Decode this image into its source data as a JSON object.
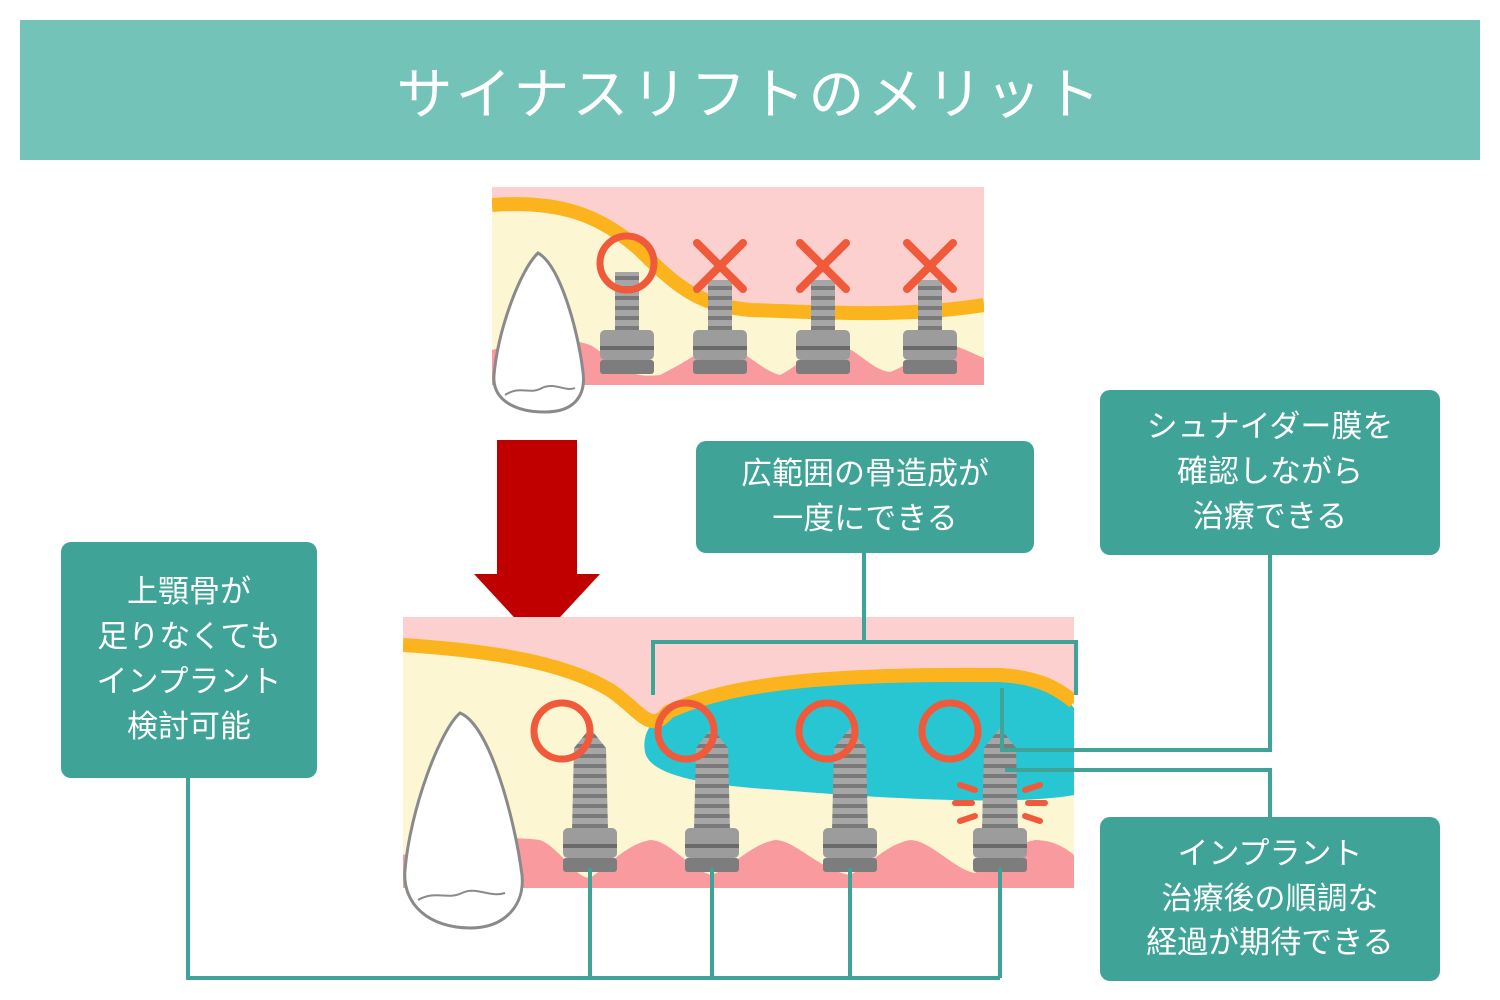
{
  "title": "サイナスリフトのメリット",
  "callouts": {
    "bone": [
      "上顎骨が",
      "足りなくても",
      "インプラント",
      "検討可能"
    ],
    "wide": [
      "広範囲の骨造成が",
      "一度にできる"
    ],
    "membrane": [
      "シュナイダー膜を",
      "確認しながら",
      "治療できる"
    ],
    "result": [
      "インプラント",
      "治療後の順調な",
      "経過が期待できる"
    ]
  },
  "colors": {
    "banner": "#73c3b8",
    "callout": "#3fa398",
    "sinus": "#fdd0d0",
    "bone": "#fdf6d2",
    "membrane": "#fbb41e",
    "graft": "#28c5d2",
    "gum": "#f89a9e",
    "ok_mark": "#f05a3a",
    "arrow": "#c00000"
  },
  "marks": {
    "top": [
      "circle",
      "cross",
      "cross",
      "cross"
    ],
    "bottom": [
      "circle",
      "circle",
      "circle",
      "circle"
    ]
  }
}
